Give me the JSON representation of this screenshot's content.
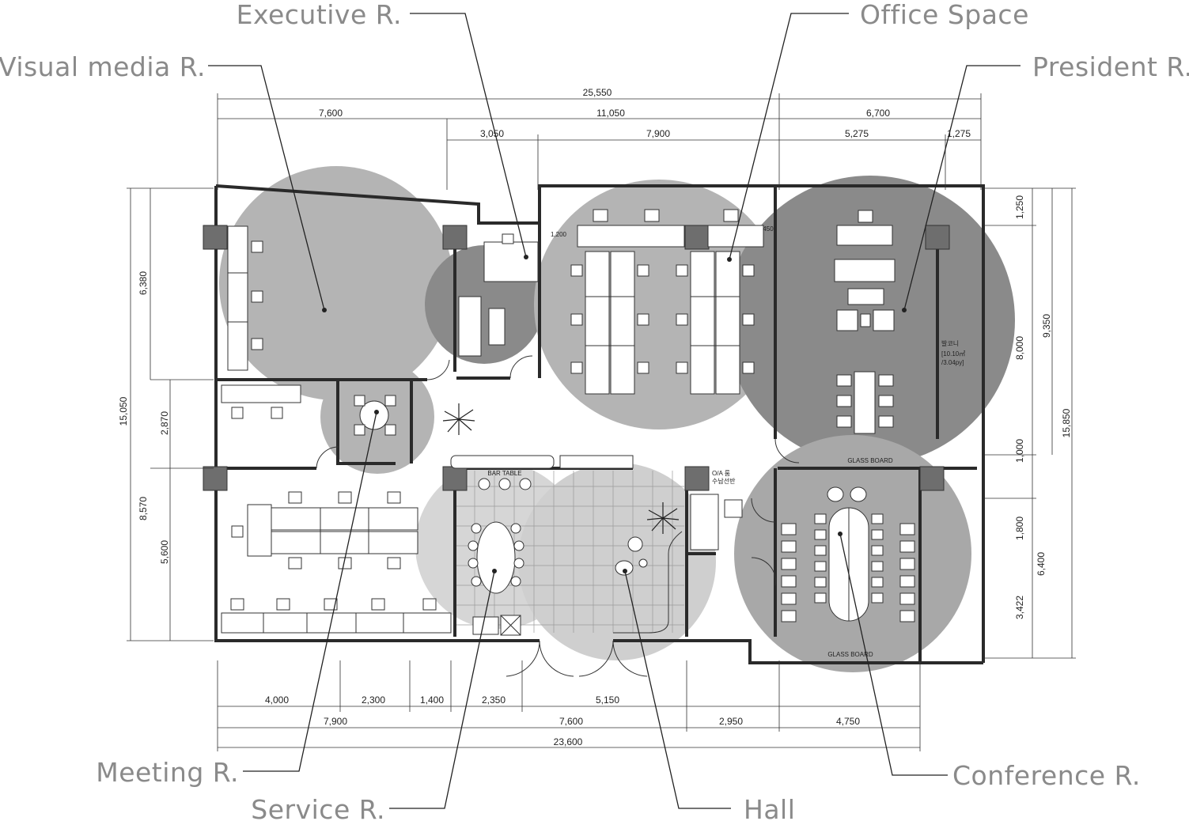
{
  "labels": {
    "executive": "Executive R.",
    "office": "Office Space",
    "visual": "Visual media R.",
    "president": "President R.",
    "meeting": "Meeting R.",
    "service": "Service R.",
    "hall": "Hall",
    "conference": "Conference R."
  },
  "dims_top": {
    "total": "25,550",
    "a": "7,600",
    "b": "11,050",
    "c": "6,700",
    "d": "3,050",
    "e": "7,900",
    "f": "5,275",
    "g": "1,275"
  },
  "dims_bottom": {
    "a": "4,000",
    "b": "2,300",
    "c": "1,400",
    "d": "2,350",
    "e": "5,150",
    "f": "7,900",
    "g": "7,600",
    "h": "2,950",
    "i": "4,750",
    "total": "23,600"
  },
  "dims_left": {
    "a": "6,380",
    "b": "15,050",
    "c": "2,870",
    "d": "8,570",
    "e": "5,600"
  },
  "dims_right": {
    "a": "1,250",
    "b": "9,350",
    "c": "8,000",
    "d": "15,850",
    "e": "1,000",
    "f": "1,800",
    "g": "6,400",
    "h": "3,422"
  },
  "annotations": {
    "bar_table": "BAR TABLE",
    "glass_board_top": "GLASS BOARD",
    "glass_board_bottom": "GLASS BOARD",
    "small_1200": "1,200",
    "small_450": "450",
    "oa": "O/A 룸",
    "oa2": "수납선반",
    "balcony": "발코니",
    "balcony_area": "[10.10㎡",
    "balcony_py": "/3.04py]"
  }
}
